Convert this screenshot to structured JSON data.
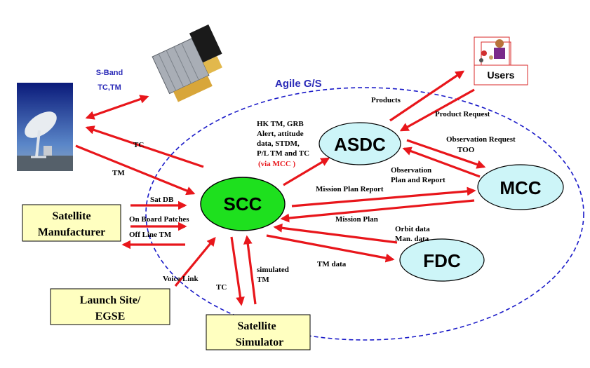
{
  "region_label": "Agile G/S",
  "sband": {
    "line1": "S-Band",
    "line2": "TC,TM"
  },
  "nodes": {
    "scc": "SCC",
    "asdc": "ASDC",
    "mcc": "MCC",
    "fdc": "FDC"
  },
  "boxes": {
    "manufacturer": [
      "Satellite",
      "Manufacturer"
    ],
    "launch_site": [
      "Launch Site/",
      "EGSE"
    ],
    "simulator": [
      "Satellite",
      "Simulator"
    ],
    "users": "Users"
  },
  "flow_labels": {
    "tc_antenna": "TC",
    "tm_antenna": "TM",
    "hk_tm": [
      "HK TM, GRB",
      "Alert, attitude",
      "data, STDM,",
      "P/L TM and TC"
    ],
    "via_mcc": "(via MCC )",
    "products": "Products",
    "product_request": "Product Request",
    "observation_request": [
      "Observation Request",
      "TOO"
    ],
    "observation_plan": [
      "Observation",
      "Plan and Report"
    ],
    "mission_plan_report": "Mission Plan Report",
    "mission_plan": "Mission Plan",
    "orbit_data": [
      "Orbit data",
      "Man. data"
    ],
    "tm_data": "TM data",
    "sat_db": "Sat DB",
    "on_board_patches": "On Board Patches",
    "off_line_tm": "Off Line TM",
    "voice_link": "Voice Link",
    "tc_sim": "TC",
    "simulated_tm": [
      "simulated",
      "TM"
    ]
  },
  "colors": {
    "arrow": "#e8161b",
    "scc_fill": "#1ee01e",
    "node_fill": "#cdf5f8",
    "box_fill": "#ffffc0",
    "dashed": "#1a1ac8",
    "via_mcc": "#e8161b"
  }
}
